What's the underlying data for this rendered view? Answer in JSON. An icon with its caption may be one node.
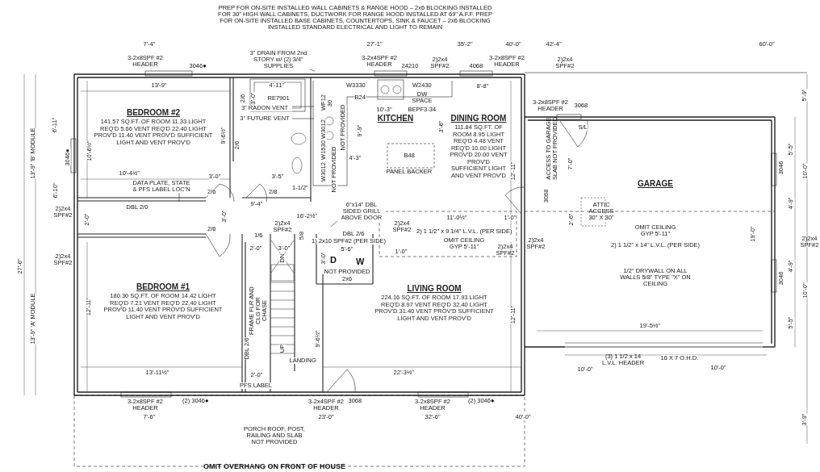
{
  "diagram": {
    "nodes": [
      {
        "text": [
          "BEDROOM #2",
          "141.57 SQ.FT. OF ROOM 11.33 LIGHT REQ'D 5.66 VENT REQ'D 22.40 LIGHT PROV'D 11.40 VENT PROV'D SUFFICIENT LIGHT AND VENT PROV'D"
        ]
      },
      {
        "text": [
          "KITCHEN"
        ]
      },
      {
        "text": [
          "DINING ROOM",
          "111.84 SQ.FT. OF ROOM 8.95 LIGHT REQ'D 4.48 VENT REQ'D 10.00 LIGHT PROV'D 20.00 VENT PROV'D SUFFICIENT LIGHT AND VENT PROV'D"
        ]
      },
      {
        "text": [
          "GARAGE"
        ]
      },
      {
        "text": [
          "BEDROOM #1",
          "180.30 SQ.FT. OF ROOM 14.42 LIGHT REQ'D 7.21 VENT REQ'D 22.40 LIGHT PROV'D 11.40 VENT PROV'D SUFFICIENT LIGHT AND VENT PROV'D"
        ]
      },
      {
        "text": [
          "LIVING ROOM",
          "224.16 SQ.FT. OF ROOM 17.93 LIGHT REQ'D 8.97 VENT REQ'D 32.40 LIGHT PROV'D 31.40 VENT PROV'D SUFFICIENT LIGHT AND VENT PROV'D"
        ]
      },
      {
        "text": [
          "3\" DRAIN FROM 2nd STORY w/ (2) 3/4\" SUPPLIES"
        ]
      },
      {
        "text": [
          "3\" RADON VENT"
        ]
      },
      {
        "text": [
          "3\" FUTURE VENT"
        ]
      },
      {
        "text": [
          "DATA PLATE, STATE & PFS LABEL LOC'N"
        ]
      },
      {
        "text": [
          "6\"x14\" DBL SIDED GRILL ABOVE DOOR"
        ]
      }
    ],
    "edges": [
      {
        "from": 6,
        "to": null,
        "arrow": "none"
      },
      {
        "from": 7,
        "to": null,
        "arrow": "none"
      },
      {
        "from": 8,
        "to": null,
        "arrow": "none"
      },
      {
        "from": 9,
        "to": null,
        "arrow": "none"
      },
      {
        "from": 10,
        "to": null,
        "arrow": "none"
      }
    ],
    "labels": [
      "PREP FOR ON-SITE INSTALLED WALL CABINETS & RANGE HOOD – 2x6 BLOCKING INSTALLED FOR 30\" HIGH WALL CABINETS, DUCTWORK FOR RANGE HOOD INSTALLED AT 69\" A.F.F. PREP FOR ON-SITE INSTALLED BASE CABINETS, COUNTERTOPS, SINK & FAUCET – 2x6 BLOCKING INSTALLED STANDARD ELECTRICAL AND LIGHT TO REMAIN",
      "7'-4\"",
      "27'-1\"",
      "35'-2\"",
      "40'-0\"",
      "42'-4\"",
      "60'-0\"",
      "3-2x8SPF #2 HEADER",
      "3046●",
      "3-2x4SPF #2 HEADER",
      "24210",
      "2)2x4 SPF#2",
      "4068",
      "3-2x8SPF #2 HEADER",
      "2)2x4 SPF#2",
      "4'-11\"",
      "2/6",
      "3'-0\"",
      "RE7901",
      "13'-9\"",
      "W3330",
      "B24",
      "W2430",
      "DW SPACE",
      "10'-3\"",
      "BEPF3-34",
      "8'-8\"",
      "5'-9\"",
      "WF12 30",
      "W3012",
      "NOT PROVIDED",
      "9'-9\"",
      "3'-6\"",
      "W1530",
      "W3012",
      "NOT PROVIDED",
      "4'-3\"",
      "B48",
      "PANEL BACKER",
      "10'-6½\"",
      "9'-6½\"",
      "2/6",
      "6'-11\"",
      "13'-9\" 'B' MODULE",
      "3046●",
      "12'-11\"",
      "3-2x8SPF #2 HEADER",
      "3068",
      "S/L",
      "ACCESS TO GARAGE SLAB NOT PROVIDED",
      "7'-0\"",
      "5'-5\"",
      "3046",
      "10'-0\"",
      "10'-4½\"",
      "3'-0\"",
      "3'-5\"",
      "1-1/2\"",
      "2/6",
      "2/8",
      "9'-4\"",
      "DBL 2/0",
      "6'-10\"",
      "2)2x4 SPF#2",
      "3068",
      "2'-6\"",
      "ATTIC ACCESS 30\" X 30\"",
      "4'-9\"",
      "2'-0\"",
      "3'-0\"",
      "2/6",
      "16'-2½\"",
      "2)2x4 SPF#2",
      "11'-0½\"",
      "1'-0\"",
      "2)2x4 SPF#2",
      "1/6",
      "5/8",
      "DBL 2/6",
      "1) 2x10 SPF#2 (PER SIDE)",
      "2) 1 1/2\" x 9 1/4\" L.V.L. (PER SIDE)",
      "OMIT CEILING GYP 5'-11\"",
      "OMIT CEILING GYP 5'-11\"",
      "2) 1 1/2\" x 14\" L.V.L. (PER SIDE)",
      "2)2x4 SPF#2",
      "2)2x4 SPF#2",
      "2)2x4 SPF#2",
      "2)2x4 SPF#2",
      "2'-0\"",
      "3'-0\"",
      "5'-6\"",
      "3'-0\"",
      "1'-0\"",
      "D",
      "W",
      "NOT PROVIDED",
      "2x6",
      "DN",
      "19'-0\"",
      "4'-9\"",
      "1/2\" DRYWALL ON ALL WALLS 5/8\" TYPE \"X\" ON CEILING",
      "3046",
      "10'-0\"",
      "12'-11\"",
      "FRAME FLR AND CLG FOR CHASE",
      "12'-11\"",
      "13'-9\" 'A' MODULE",
      "27'-6\"",
      "5'-5\"",
      "19'-5½\"",
      "DBL 2/6",
      "9'-6½\"",
      "UP",
      "LANDING",
      "(3) 1 1/2 x 14 L.V.L. HEADER",
      "16 X 7 O.H.D.",
      "10'-0\"",
      "10'-0\"",
      "13'-11½\"",
      "2'-0\"",
      "22'-3½\"",
      "PFS LABEL",
      "(2) 3046●",
      "3-2x8SPF #2 HEADER",
      "3-2x4SPF #2 HEADER",
      "3068",
      "3-2x8SPF #2 HEADER",
      "(2) 3046●",
      "3'-9\"",
      "7'-6\"",
      "23'-0\"",
      "32'-6\"",
      "40'-0\"",
      "PORCH ROOF, POST, RAILING AND SLAB NOT PROVIDED",
      "OMIT OVERHANG ON FRONT OF HOUSE"
    ]
  }
}
